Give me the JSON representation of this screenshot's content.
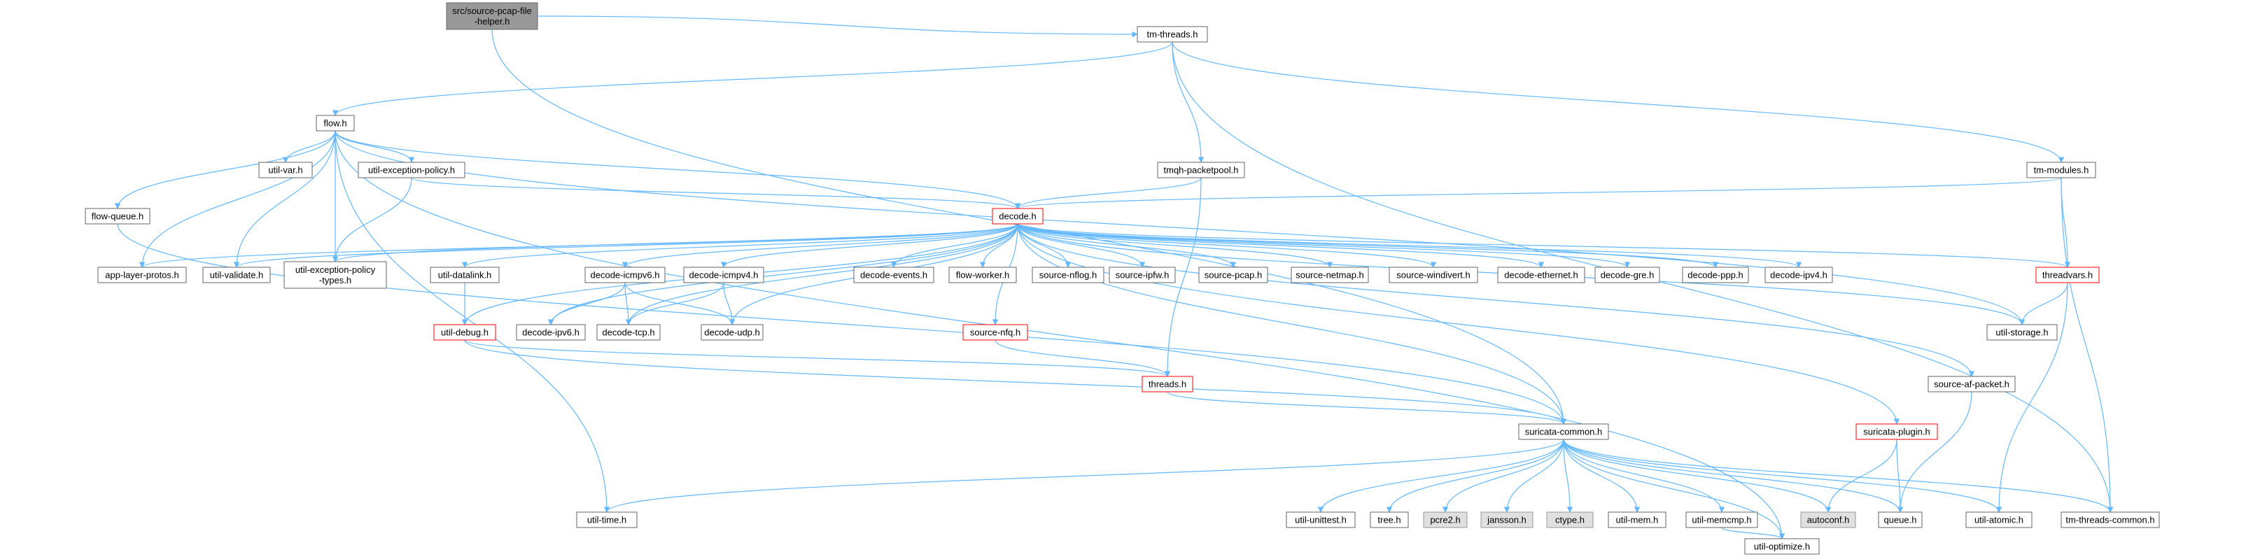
{
  "colors": {
    "edge": "#63b8ff",
    "node_fill": "#ffffff",
    "node_border": "#666666",
    "root_fill": "#999999",
    "root_border": "#666666",
    "highlight_border": "#ff0000",
    "system_fill": "#e0e0e0",
    "system_border": "#999999"
  },
  "nodes": [
    {
      "id": "root",
      "lines": [
        "src/source-pcap-file",
        "-helper.h"
      ],
      "style": "root"
    },
    {
      "id": "tm_threads",
      "lines": [
        "tm-threads.h"
      ],
      "style": "normal"
    },
    {
      "id": "flow",
      "lines": [
        "flow.h"
      ],
      "style": "normal"
    },
    {
      "id": "util_var",
      "lines": [
        "util-var.h"
      ],
      "style": "normal"
    },
    {
      "id": "util_exc_policy",
      "lines": [
        "util-exception-policy.h"
      ],
      "style": "normal"
    },
    {
      "id": "tmqh_packetpool",
      "lines": [
        "tmqh-packetpool.h"
      ],
      "style": "normal"
    },
    {
      "id": "tm_modules",
      "lines": [
        "tm-modules.h"
      ],
      "style": "normal"
    },
    {
      "id": "flow_queue",
      "lines": [
        "flow-queue.h"
      ],
      "style": "normal"
    },
    {
      "id": "decode",
      "lines": [
        "decode.h"
      ],
      "style": "highlight"
    },
    {
      "id": "app_layer_protos",
      "lines": [
        "app-layer-protos.h"
      ],
      "style": "normal"
    },
    {
      "id": "util_validate",
      "lines": [
        "util-validate.h"
      ],
      "style": "normal"
    },
    {
      "id": "util_exc_types",
      "lines": [
        "util-exception-policy",
        "-types.h"
      ],
      "style": "normal"
    },
    {
      "id": "util_datalink",
      "lines": [
        "util-datalink.h"
      ],
      "style": "normal"
    },
    {
      "id": "decode_icmpv6",
      "lines": [
        "decode-icmpv6.h"
      ],
      "style": "normal"
    },
    {
      "id": "decode_icmpv4",
      "lines": [
        "decode-icmpv4.h"
      ],
      "style": "normal"
    },
    {
      "id": "decode_events",
      "lines": [
        "decode-events.h"
      ],
      "style": "normal"
    },
    {
      "id": "flow_worker",
      "lines": [
        "flow-worker.h"
      ],
      "style": "normal"
    },
    {
      "id": "source_nflog",
      "lines": [
        "source-nflog.h"
      ],
      "style": "normal"
    },
    {
      "id": "source_ipfw",
      "lines": [
        "source-ipfw.h"
      ],
      "style": "normal"
    },
    {
      "id": "source_pcap",
      "lines": [
        "source-pcap.h"
      ],
      "style": "normal"
    },
    {
      "id": "source_netmap",
      "lines": [
        "source-netmap.h"
      ],
      "style": "normal"
    },
    {
      "id": "source_windivert",
      "lines": [
        "source-windivert.h"
      ],
      "style": "normal"
    },
    {
      "id": "decode_ethernet",
      "lines": [
        "decode-ethernet.h"
      ],
      "style": "normal"
    },
    {
      "id": "decode_gre",
      "lines": [
        "decode-gre.h"
      ],
      "style": "normal"
    },
    {
      "id": "decode_ppp",
      "lines": [
        "decode-ppp.h"
      ],
      "style": "normal"
    },
    {
      "id": "decode_ipv4",
      "lines": [
        "decode-ipv4.h"
      ],
      "style": "normal"
    },
    {
      "id": "threadvars",
      "lines": [
        "threadvars.h"
      ],
      "style": "highlight"
    },
    {
      "id": "util_debug",
      "lines": [
        "util-debug.h"
      ],
      "style": "highlight"
    },
    {
      "id": "decode_ipv6",
      "lines": [
        "decode-ipv6.h"
      ],
      "style": "normal"
    },
    {
      "id": "decode_tcp",
      "lines": [
        "decode-tcp.h"
      ],
      "style": "normal"
    },
    {
      "id": "decode_udp",
      "lines": [
        "decode-udp.h"
      ],
      "style": "normal"
    },
    {
      "id": "source_nfq",
      "lines": [
        "source-nfq.h"
      ],
      "style": "highlight"
    },
    {
      "id": "util_storage",
      "lines": [
        "util-storage.h"
      ],
      "style": "normal"
    },
    {
      "id": "source_af_packet",
      "lines": [
        "source-af-packet.h"
      ],
      "style": "normal"
    },
    {
      "id": "threads",
      "lines": [
        "threads.h"
      ],
      "style": "highlight"
    },
    {
      "id": "suricata_plugin",
      "lines": [
        "suricata-plugin.h"
      ],
      "style": "highlight"
    },
    {
      "id": "suricata_common",
      "lines": [
        "suricata-common.h"
      ],
      "style": "normal"
    },
    {
      "id": "util_time",
      "lines": [
        "util-time.h"
      ],
      "style": "normal"
    },
    {
      "id": "util_unittest",
      "lines": [
        "util-unittest.h"
      ],
      "style": "normal"
    },
    {
      "id": "tree",
      "lines": [
        "tree.h"
      ],
      "style": "normal"
    },
    {
      "id": "pcre2",
      "lines": [
        "pcre2.h"
      ],
      "style": "system"
    },
    {
      "id": "jansson",
      "lines": [
        "jansson.h"
      ],
      "style": "system"
    },
    {
      "id": "ctype",
      "lines": [
        "ctype.h"
      ],
      "style": "system"
    },
    {
      "id": "util_mem",
      "lines": [
        "util-mem.h"
      ],
      "style": "normal"
    },
    {
      "id": "util_memcmp",
      "lines": [
        "util-memcmp.h"
      ],
      "style": "normal"
    },
    {
      "id": "autoconf",
      "lines": [
        "autoconf.h"
      ],
      "style": "system"
    },
    {
      "id": "queue",
      "lines": [
        "queue.h"
      ],
      "style": "normal"
    },
    {
      "id": "util_atomic",
      "lines": [
        "util-atomic.h"
      ],
      "style": "normal"
    },
    {
      "id": "tm_threads_common",
      "lines": [
        "tm-threads-common.h"
      ],
      "style": "normal"
    },
    {
      "id": "util_optimize",
      "lines": [
        "util-optimize.h"
      ],
      "style": "normal"
    }
  ],
  "edges": [
    [
      "root",
      "tm_threads"
    ],
    [
      "root",
      "suricata_common"
    ],
    [
      "tm_threads",
      "flow"
    ],
    [
      "tm_threads",
      "tmqh_packetpool"
    ],
    [
      "tm_threads",
      "tm_modules"
    ],
    [
      "tm_threads",
      "tm_threads_common"
    ],
    [
      "flow",
      "util_var"
    ],
    [
      "flow",
      "util_exc_policy"
    ],
    [
      "flow",
      "flow_queue"
    ],
    [
      "flow",
      "decode"
    ],
    [
      "flow",
      "app_layer_protos"
    ],
    [
      "flow",
      "util_validate"
    ],
    [
      "flow",
      "util_exc_types"
    ],
    [
      "flow",
      "util_time"
    ],
    [
      "flow",
      "util_storage"
    ],
    [
      "flow",
      "util_optimize"
    ],
    [
      "util_exc_policy",
      "decode"
    ],
    [
      "util_exc_policy",
      "util_exc_types"
    ],
    [
      "tmqh_packetpool",
      "decode"
    ],
    [
      "tmqh_packetpool",
      "threads"
    ],
    [
      "tm_modules",
      "decode"
    ],
    [
      "tm_modules",
      "threadvars"
    ],
    [
      "tm_modules",
      "tm_threads_common"
    ],
    [
      "flow_queue",
      "suricata_common"
    ],
    [
      "decode",
      "app_layer_protos"
    ],
    [
      "decode",
      "util_validate"
    ],
    [
      "decode",
      "util_exc_types"
    ],
    [
      "decode",
      "util_datalink"
    ],
    [
      "decode",
      "decode_icmpv6"
    ],
    [
      "decode",
      "decode_icmpv4"
    ],
    [
      "decode",
      "decode_events"
    ],
    [
      "decode",
      "flow_worker"
    ],
    [
      "decode",
      "source_nflog"
    ],
    [
      "decode",
      "source_ipfw"
    ],
    [
      "decode",
      "source_pcap"
    ],
    [
      "decode",
      "source_netmap"
    ],
    [
      "decode",
      "source_windivert"
    ],
    [
      "decode",
      "decode_ethernet"
    ],
    [
      "decode",
      "decode_gre"
    ],
    [
      "decode",
      "decode_ppp"
    ],
    [
      "decode",
      "decode_ipv4"
    ],
    [
      "decode",
      "threadvars"
    ],
    [
      "decode",
      "util_debug"
    ],
    [
      "decode",
      "decode_ipv6"
    ],
    [
      "decode",
      "decode_tcp"
    ],
    [
      "decode",
      "decode_udp"
    ],
    [
      "decode",
      "source_nfq"
    ],
    [
      "decode",
      "util_storage"
    ],
    [
      "decode",
      "source_af_packet"
    ],
    [
      "decode",
      "suricata_plugin"
    ],
    [
      "decode",
      "suricata_common"
    ],
    [
      "util_datalink",
      "util_debug"
    ],
    [
      "decode_icmpv6",
      "decode_ipv6"
    ],
    [
      "decode_icmpv6",
      "decode_tcp"
    ],
    [
      "decode_icmpv6",
      "decode_udp"
    ],
    [
      "decode_icmpv4",
      "decode_tcp"
    ],
    [
      "decode_icmpv4",
      "decode_udp"
    ],
    [
      "util_debug",
      "threads"
    ],
    [
      "util_debug",
      "suricata_common"
    ],
    [
      "source_nfq",
      "threads"
    ],
    [
      "threadvars",
      "util_storage"
    ],
    [
      "threadvars",
      "util_atomic"
    ],
    [
      "source_af_packet",
      "queue"
    ],
    [
      "threads",
      "suricata_common"
    ],
    [
      "suricata_plugin",
      "autoconf"
    ],
    [
      "suricata_plugin",
      "queue"
    ],
    [
      "suricata_common",
      "util_time"
    ],
    [
      "suricata_common",
      "util_unittest"
    ],
    [
      "suricata_common",
      "tree"
    ],
    [
      "suricata_common",
      "pcre2"
    ],
    [
      "suricata_common",
      "jansson"
    ],
    [
      "suricata_common",
      "ctype"
    ],
    [
      "suricata_common",
      "util_mem"
    ],
    [
      "suricata_common",
      "util_memcmp"
    ],
    [
      "suricata_common",
      "autoconf"
    ],
    [
      "suricata_common",
      "queue"
    ],
    [
      "suricata_common",
      "util_atomic"
    ],
    [
      "suricata_common",
      "tm_threads_common"
    ],
    [
      "suricata_common",
      "util_optimize"
    ],
    [
      "util_memcmp",
      "util_optimize"
    ]
  ]
}
